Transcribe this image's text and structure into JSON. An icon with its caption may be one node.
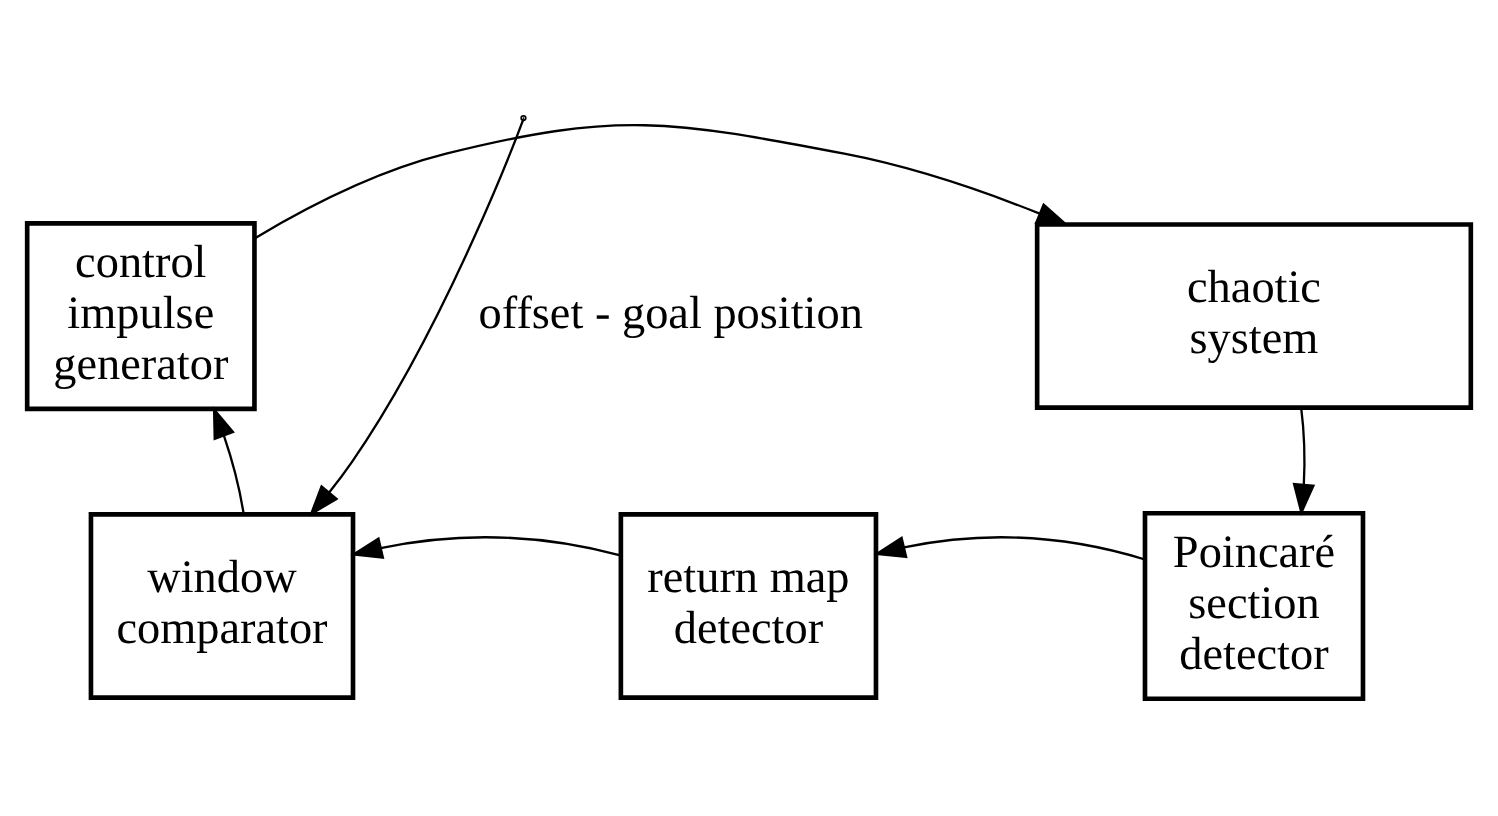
{
  "diagram": {
    "nodes": [
      {
        "text": [
          "control impulse generator"
        ]
      },
      {
        "text": [
          "chaotic system"
        ]
      },
      {
        "text": [
          "window comparator"
        ]
      },
      {
        "text": [
          "return map detector"
        ]
      },
      {
        "text": [
          "Poincaré section detector"
        ]
      }
    ],
    "edges": [
      {
        "from": 0,
        "to": 1,
        "arrow": "to"
      },
      {
        "from": 1,
        "to": 4,
        "arrow": "to"
      },
      {
        "from": 4,
        "to": 3,
        "arrow": "to"
      },
      {
        "from": 3,
        "to": 2,
        "arrow": "to"
      },
      {
        "from": 2,
        "to": 0,
        "arrow": "to"
      },
      {
        "from": null,
        "to": 2,
        "arrow": "to",
        "label": "offset - goal position"
      }
    ]
  }
}
